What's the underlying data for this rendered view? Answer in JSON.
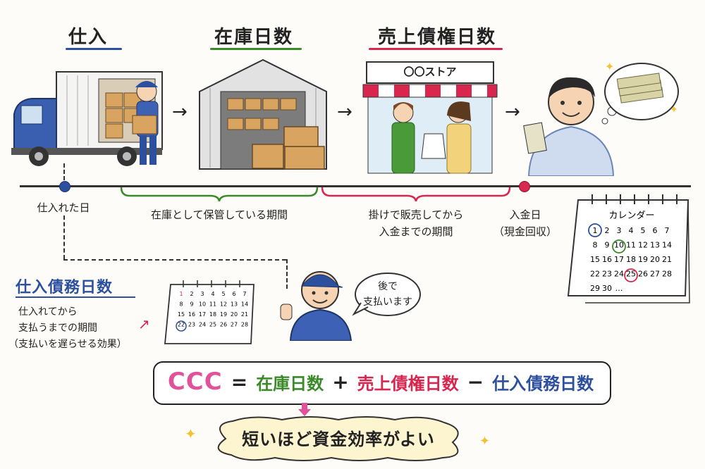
{
  "headers": {
    "purchase": "仕入",
    "inventory_days": "在庫日数",
    "receivable_days": "売上債権日数"
  },
  "store_sign": "〇〇ストア",
  "timeline": {
    "purchase_point": "仕入れた日",
    "inventory_span": "在庫として保管している期間",
    "receivable_span_line1": "掛けで販売してから",
    "receivable_span_line2": "入金までの期間",
    "payment_point_line1": "入金日",
    "payment_point_line2": "（現金回収）"
  },
  "payable": {
    "title": "仕入債務日数",
    "desc_line1": "仕入れてから",
    "desc_line2": "支払うまでの期間",
    "desc_line3": "（支払いを遅らせる効果）",
    "speech_line1": "後で",
    "speech_line2": "支払います"
  },
  "calendar_large": {
    "title": "カレンダー",
    "rows": [
      [
        "1",
        "2",
        "3",
        "4",
        "5",
        "6",
        "7"
      ],
      [
        "8",
        "9",
        "10",
        "11",
        "12",
        "13",
        "14"
      ],
      [
        "15",
        "16",
        "17",
        "18",
        "19",
        "20",
        "21"
      ],
      [
        "22",
        "23",
        "24",
        "25",
        "26",
        "27",
        "28"
      ],
      [
        "29",
        "30",
        "…",
        "",
        "",
        "",
        ""
      ]
    ]
  },
  "calendar_small": {
    "rows": [
      [
        "1",
        "2",
        "3",
        "4",
        "5",
        "6",
        "7"
      ],
      [
        "8",
        "9",
        "10",
        "11",
        "12",
        "13",
        "14"
      ],
      [
        "15",
        "16",
        "17",
        "18",
        "19",
        "20",
        "21"
      ],
      [
        "22",
        "23",
        "24",
        "25",
        "26",
        "27",
        "28"
      ]
    ]
  },
  "formula": {
    "ccc": "CCC",
    "eq": "=",
    "inventory": "在庫日数",
    "plus": "+",
    "receivable": "売上債権日数",
    "minus": "−",
    "payable": "仕入債務日数"
  },
  "conclusion": "短いほど資金効率がよい",
  "colors": {
    "blue": "#2c4f9e",
    "green": "#3a8a2a",
    "red": "#d8264f",
    "pink": "#e0529a",
    "star": "#f2c230"
  }
}
